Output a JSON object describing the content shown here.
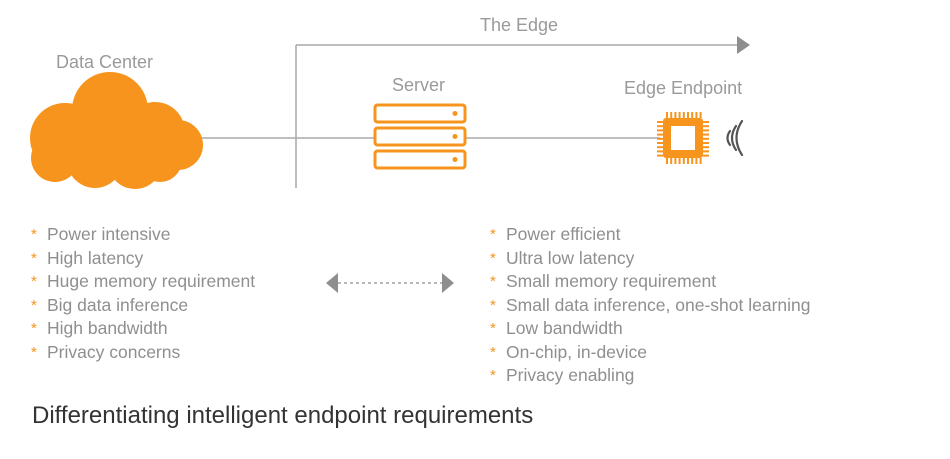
{
  "labels": {
    "edge": "The Edge",
    "data_center": "Data Center",
    "server": "Server",
    "edge_endpoint": "Edge Endpoint"
  },
  "lists": {
    "bullet_glyph": "*",
    "data_center_traits": [
      "Power intensive",
      "High latency",
      "Huge memory requirement",
      "Big data inference",
      "High bandwidth",
      "Privacy concerns"
    ],
    "edge_endpoint_traits": [
      "Power efficient",
      "Ultra low latency",
      "Small memory requirement",
      "Small data inference, one-shot learning",
      "Low bandwidth",
      "On-chip, in-device",
      "Privacy enabling"
    ]
  },
  "caption": "Differentiating intelligent endpoint requirements",
  "colors": {
    "accent": "#f7941d",
    "line": "#a8a8a8",
    "text_gray": "#8f8f8f",
    "caption_text": "#333333"
  },
  "icons": {
    "data_center": "cloud-icon",
    "server": "server-rack-icon",
    "edge_endpoint": "microchip-icon",
    "signal": "wireless-signal-icon",
    "comparison": "double-arrow-icon"
  }
}
